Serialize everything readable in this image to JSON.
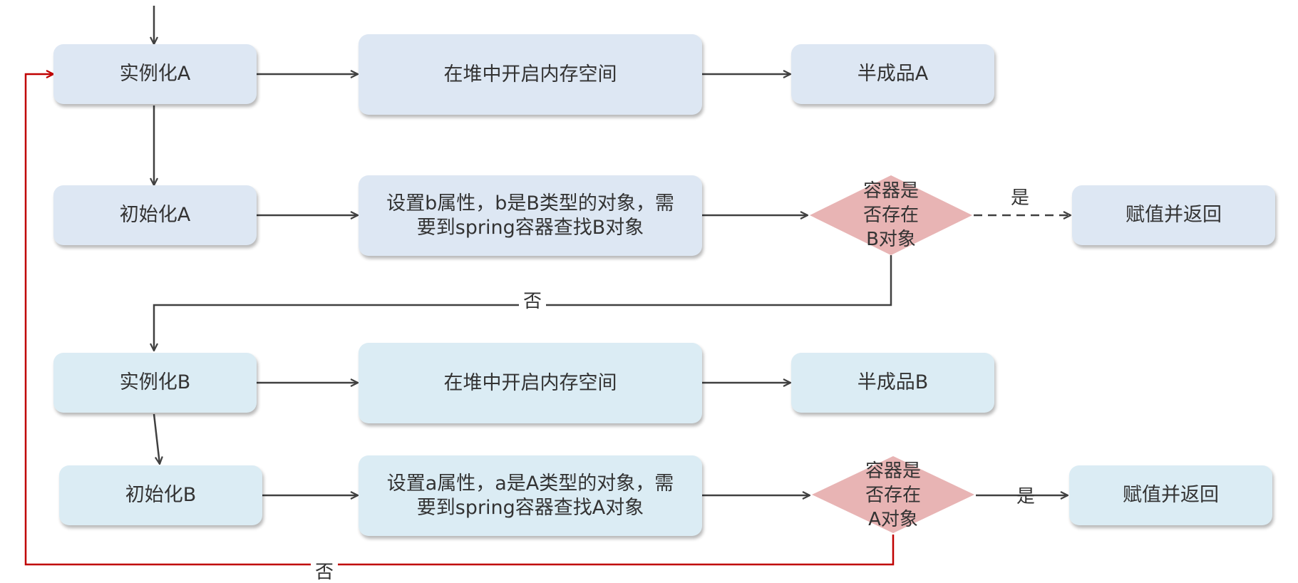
{
  "colors": {
    "arrow": "#404040",
    "feedback_arrow": "#c00000",
    "blue_box": "#dde7f3",
    "cyan_box": "#dbecf4",
    "diamond": "#e8b4b4"
  },
  "row1": {
    "instantiate": "实例化A",
    "heap": "在堆中开启内存空间",
    "half": "半成品A"
  },
  "row2": {
    "init": "初始化A",
    "set_line1": "设置b属性，b是B类型的对象，需",
    "set_line2": "要到spring容器查找B对象",
    "decision": [
      "容器是",
      "否存在",
      "B对象"
    ],
    "yes_label": "是",
    "result": "赋值并返回",
    "no_label": "否"
  },
  "row3": {
    "instantiate": "实例化B",
    "heap": "在堆中开启内存空间",
    "half": "半成品B"
  },
  "row4": {
    "init": "初始化B",
    "set_line1": "设置a属性，a是A类型的对象，需",
    "set_line2": "要到spring容器查找A对象",
    "decision": [
      "容器是",
      "否存在",
      "A对象"
    ],
    "yes_label": "是",
    "result": "赋值并返回",
    "no_label": "否"
  }
}
